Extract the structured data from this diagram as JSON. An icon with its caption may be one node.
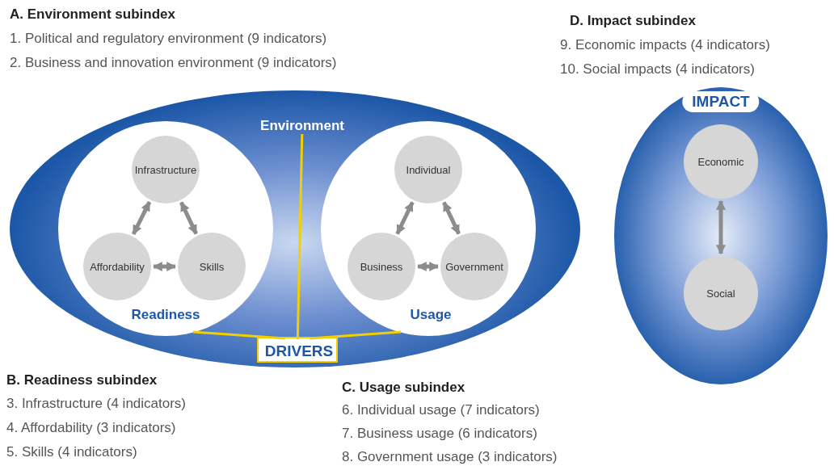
{
  "diagram": {
    "nodes": [
      {
        "text": [],
        "shape": "ellipse"
      },
      {
        "text": [
          "Environment"
        ],
        "in": 0
      },
      {
        "text": [
          "Readiness"
        ],
        "in": 0
      },
      {
        "text": [
          "Infrastructure"
        ],
        "in": 2
      },
      {
        "text": [
          "Affordability"
        ],
        "in": 2
      },
      {
        "text": [
          "Skills"
        ],
        "in": 2
      },
      {
        "text": [
          "Usage"
        ],
        "in": 0
      },
      {
        "text": [
          "Individual"
        ],
        "in": 6
      },
      {
        "text": [
          "Business"
        ],
        "in": 6
      },
      {
        "text": [
          "Government"
        ],
        "in": 6
      },
      {
        "text": [
          "DRIVERS"
        ],
        "in": 0
      },
      {
        "text": [
          "IMPACT"
        ]
      },
      {
        "text": [
          "Economic"
        ],
        "in": 11
      },
      {
        "text": [
          "Social"
        ],
        "in": 11
      }
    ],
    "edges": [
      {
        "from": 3,
        "to": 4,
        "arrow": "both"
      },
      {
        "from": 3,
        "to": 5,
        "arrow": "both"
      },
      {
        "from": 4,
        "to": 5,
        "arrow": "both"
      },
      {
        "from": 7,
        "to": 8,
        "arrow": "both"
      },
      {
        "from": 7,
        "to": 9,
        "arrow": "both"
      },
      {
        "from": 8,
        "to": 9,
        "arrow": "both"
      },
      {
        "from": 12,
        "to": 13,
        "arrow": "both"
      },
      {
        "from": 1,
        "to": 10,
        "arrow": "none",
        "color": "#f2d000"
      },
      {
        "from": 2,
        "to": 10,
        "arrow": "none",
        "color": "#f2d000"
      },
      {
        "from": 6,
        "to": 10,
        "arrow": "none",
        "color": "#f2d000"
      }
    ],
    "labels": [
      "A. Environment subindex",
      "1. Political and regulatory environment (9 indicators)",
      "2. Business and innovation environment (9 indicators)",
      "D. Impact subindex",
      "9. Economic impacts (4 indicators)",
      "10. Social impacts (4 indicators)",
      "B. Readiness subindex",
      "3. Infrastructure (4 indicators)",
      "4. Affordability (3 indicators)",
      "5. Skills (4 indicators)",
      "C. Usage subindex",
      "6. Individual usage (7 indicators)",
      "7. Business usage (6 indicators)",
      "8. Government usage (3 indicators)"
    ]
  }
}
